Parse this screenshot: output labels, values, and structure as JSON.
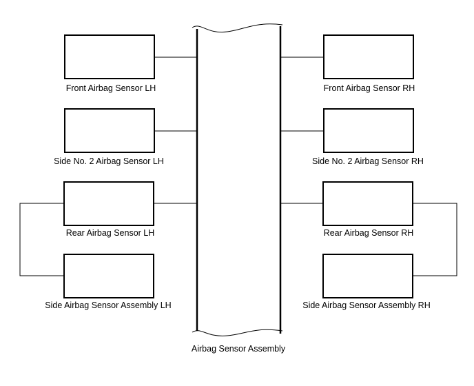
{
  "diagram": {
    "center": {
      "label": "Airbag Sensor Assembly"
    },
    "left": [
      {
        "label": "Front Airbag Sensor LH"
      },
      {
        "label": "Side No. 2 Airbag Sensor LH"
      },
      {
        "label": "Rear Airbag Sensor LH"
      },
      {
        "label": "Side Airbag Sensor Assembly LH"
      }
    ],
    "right": [
      {
        "label": "Front Airbag Sensor RH"
      },
      {
        "label": "Side No. 2 Airbag Sensor RH"
      },
      {
        "label": "Rear Airbag Sensor RH"
      },
      {
        "label": "Side Airbag Sensor Assembly RH"
      }
    ]
  }
}
